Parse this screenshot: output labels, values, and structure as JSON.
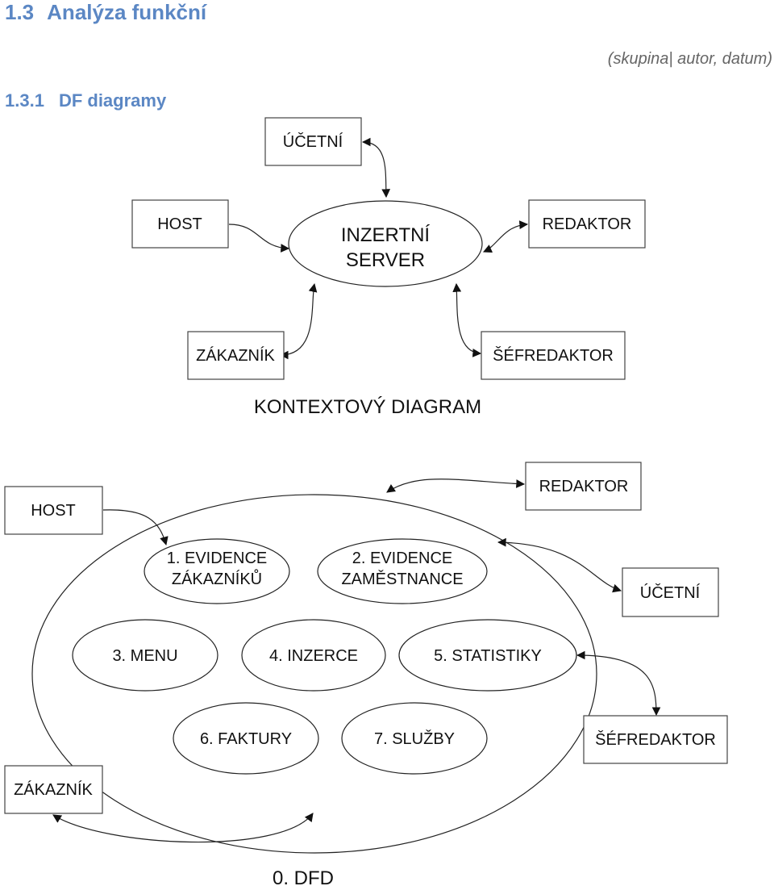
{
  "header": {
    "section_number": "1.3",
    "section_title": "Analýza funkční",
    "meta_note": "(skupina| autor, datum)",
    "subsection_number": "1.3.1",
    "subsection_title": "DF diagramy"
  },
  "context_diagram": {
    "caption": "KONTEXTOVÝ DIAGRAM",
    "center_line1": "INZERTNÍ",
    "center_line2": "SERVER",
    "entities": {
      "ucetni": "ÚČETNÍ",
      "host": "HOST",
      "redaktor": "REDAKTOR",
      "zakaznik": "ZÁKAZNÍK",
      "sefredaktor": "ŠÉFREDAKTOR"
    }
  },
  "dfd0": {
    "caption": "0. DFD",
    "entities": {
      "host": "HOST",
      "redaktor": "REDAKTOR",
      "ucetni": "ÚČETNÍ",
      "sefredaktor": "ŠÉFREDAKTOR",
      "zakaznik": "ZÁKAZNÍK"
    },
    "processes": {
      "p1_line1": "1. EVIDENCE",
      "p1_line2": "ZÁKAZNÍKŮ",
      "p2_line1": "2. EVIDENCE",
      "p2_line2": "ZAMĚSTNANCE",
      "p3": "3. MENU",
      "p4": "4. INZERCE",
      "p5": "5. STATISTIKY",
      "p6": "6. FAKTURY",
      "p7": "7. SLUŽBY"
    }
  }
}
